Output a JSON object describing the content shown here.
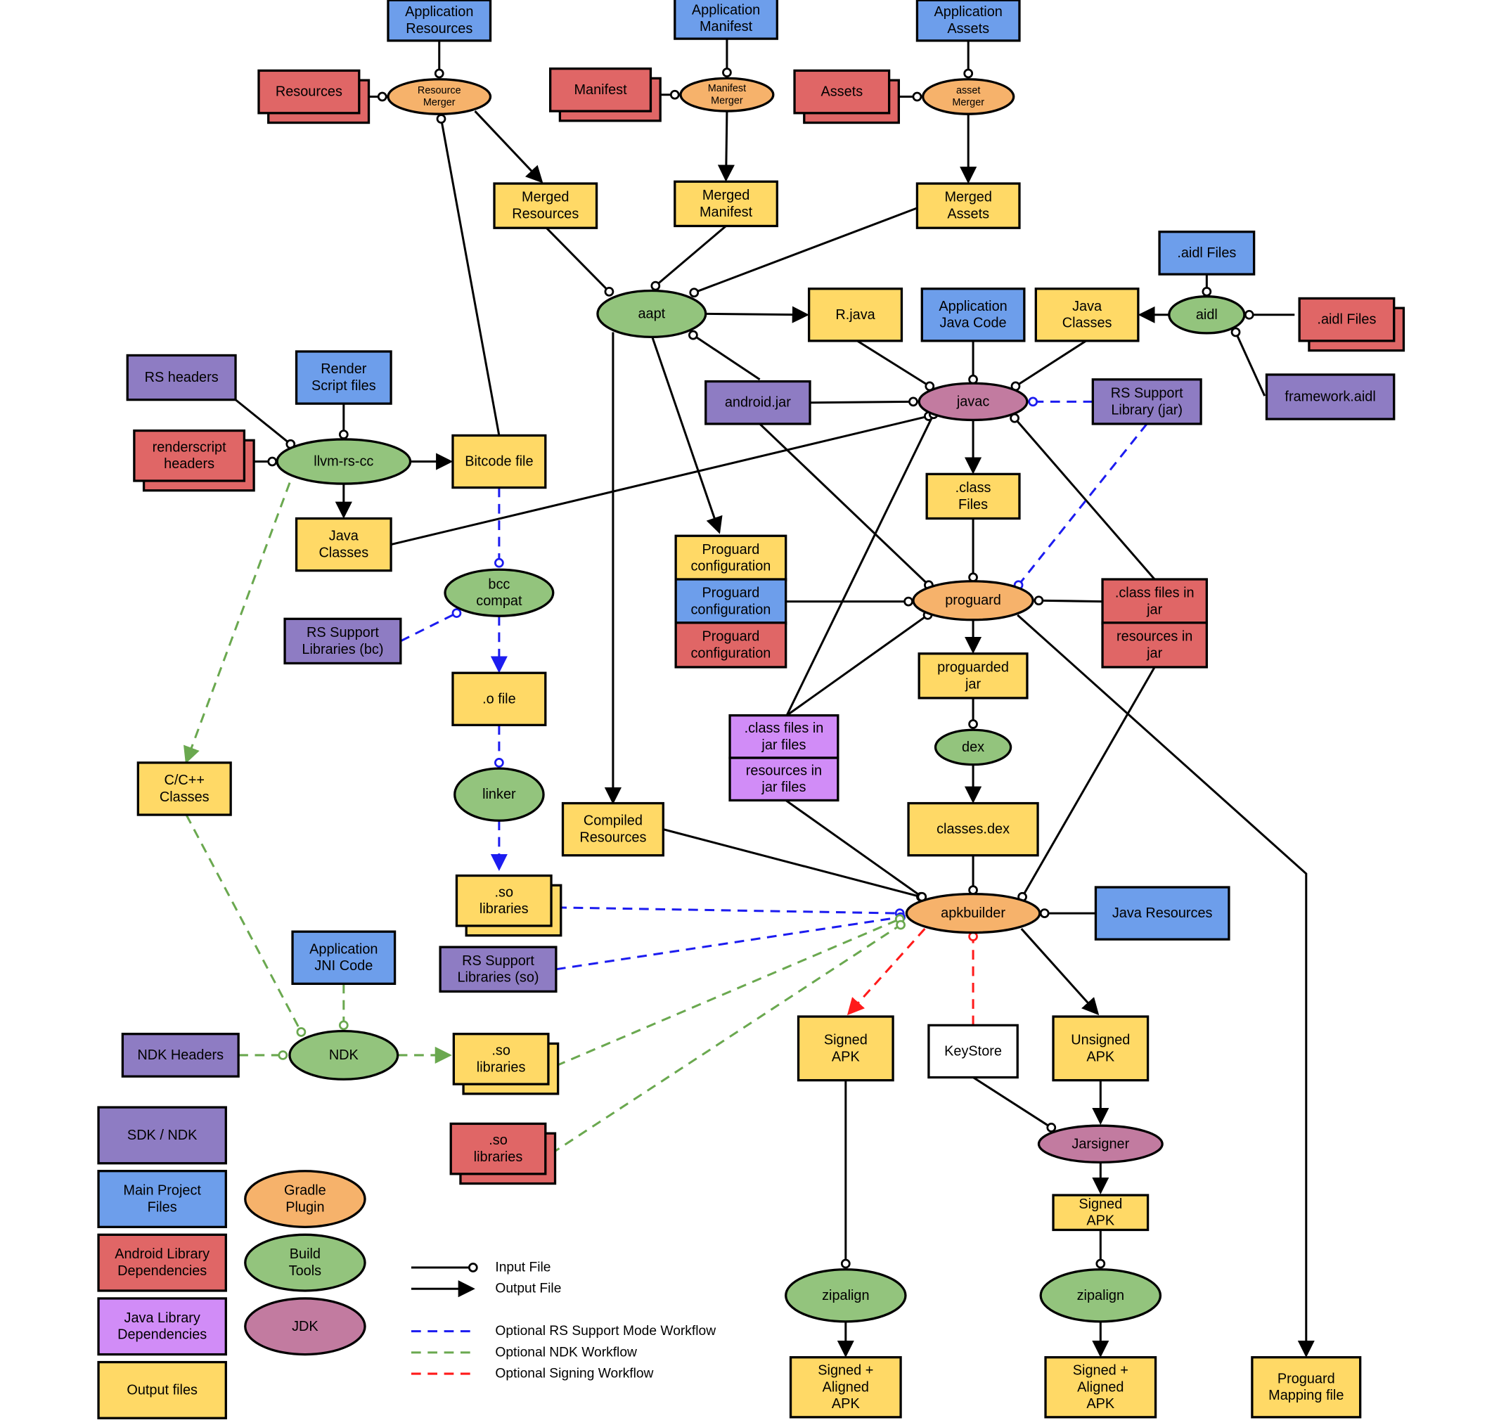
{
  "colors": {
    "sdk": "#8e7cc3",
    "main": "#6d9eeb",
    "lib": "#e06666",
    "javalib": "#d18cf7",
    "output": "#ffd966",
    "gradle": "#f6b26b",
    "build": "#93c47d",
    "jdk": "#c27ba0",
    "plain": "#ffffff",
    "rs_line": "#1c1cf0",
    "ndk_line": "#6aa84f",
    "sign_line": "#ff1a1a",
    "solid_line": "#000000"
  },
  "nodes": [
    {
      "id": "app_res",
      "kind": "rect",
      "fill": "main",
      "lines": [
        "Application",
        "Resources"
      ]
    },
    {
      "id": "app_manifest",
      "kind": "rect",
      "fill": "main",
      "lines": [
        "Application",
        "Manifest"
      ]
    },
    {
      "id": "app_assets",
      "kind": "rect",
      "fill": "main",
      "lines": [
        "Application",
        "Assets"
      ]
    },
    {
      "id": "resources",
      "kind": "stack",
      "fill": "lib",
      "lines": [
        "Resources"
      ]
    },
    {
      "id": "res_merger",
      "kind": "ellipse",
      "fill": "gradle",
      "small": true,
      "lines": [
        "Resource",
        "Merger"
      ]
    },
    {
      "id": "manifest",
      "kind": "stack",
      "fill": "lib",
      "lines": [
        "Manifest"
      ]
    },
    {
      "id": "man_merger",
      "kind": "ellipse",
      "fill": "gradle",
      "small": true,
      "lines": [
        "Manifest",
        "Merger"
      ]
    },
    {
      "id": "assets",
      "kind": "stack",
      "fill": "lib",
      "lines": [
        "Assets"
      ]
    },
    {
      "id": "asset_merger",
      "kind": "ellipse",
      "fill": "gradle",
      "small": true,
      "lines": [
        "asset",
        "Merger"
      ]
    },
    {
      "id": "merged_res",
      "kind": "rect",
      "fill": "output",
      "lines": [
        "Merged",
        "Resources"
      ]
    },
    {
      "id": "merged_man",
      "kind": "rect",
      "fill": "output",
      "lines": [
        "Merged",
        "Manifest"
      ]
    },
    {
      "id": "merged_assets",
      "kind": "rect",
      "fill": "output",
      "lines": [
        "Merged",
        "Assets"
      ]
    },
    {
      "id": "aidl_files_main",
      "kind": "rect",
      "fill": "main",
      "lines": [
        ".aidl Files"
      ]
    },
    {
      "id": "aapt",
      "kind": "ellipse",
      "fill": "build",
      "lines": [
        "aapt"
      ]
    },
    {
      "id": "rjava",
      "kind": "rect",
      "fill": "output",
      "lines": [
        "R.java"
      ]
    },
    {
      "id": "app_java",
      "kind": "rect",
      "fill": "main",
      "lines": [
        "Application",
        "Java Code"
      ]
    },
    {
      "id": "java_classes_aidl",
      "kind": "rect",
      "fill": "output",
      "lines": [
        "Java",
        "Classes"
      ]
    },
    {
      "id": "aidl",
      "kind": "ellipse",
      "fill": "build",
      "lines": [
        "aidl"
      ]
    },
    {
      "id": "aidl_files_lib",
      "kind": "stack",
      "fill": "lib",
      "lines": [
        ".aidl Files"
      ]
    },
    {
      "id": "rs_headers",
      "kind": "rect",
      "fill": "sdk",
      "lines": [
        "RS headers"
      ]
    },
    {
      "id": "render_script",
      "kind": "rect",
      "fill": "main",
      "lines": [
        "Render",
        "Script files"
      ]
    },
    {
      "id": "android_jar",
      "kind": "rect",
      "fill": "sdk",
      "lines": [
        "android.jar"
      ]
    },
    {
      "id": "javac",
      "kind": "ellipse",
      "fill": "jdk",
      "lines": [
        "javac"
      ]
    },
    {
      "id": "rs_support_jar",
      "kind": "rect",
      "fill": "sdk",
      "lines": [
        "RS Support",
        "Library (jar)"
      ]
    },
    {
      "id": "framework_aidl",
      "kind": "rect",
      "fill": "sdk",
      "lines": [
        "framework.aidl"
      ]
    },
    {
      "id": "rs_includes",
      "kind": "stack",
      "fill": "lib",
      "lines": [
        "renderscript",
        "headers"
      ]
    },
    {
      "id": "llvm",
      "kind": "ellipse",
      "fill": "build",
      "lines": [
        "llvm-rs-cc"
      ]
    },
    {
      "id": "bitcode",
      "kind": "rect",
      "fill": "output",
      "lines": [
        "Bitcode file"
      ]
    },
    {
      "id": "class_files",
      "kind": "rect",
      "fill": "output",
      "lines": [
        ".class",
        "Files"
      ]
    },
    {
      "id": "java_classes_rs",
      "kind": "rect",
      "fill": "output",
      "lines": [
        "Java",
        "Classes"
      ]
    },
    {
      "id": "pg_cfg1",
      "kind": "rect",
      "fill": "output",
      "lines": [
        "Proguard",
        "configuration"
      ]
    },
    {
      "id": "pg_cfg2",
      "kind": "rect",
      "fill": "main",
      "lines": [
        "Proguard",
        "configuration"
      ]
    },
    {
      "id": "pg_cfg3",
      "kind": "rect",
      "fill": "lib",
      "lines": [
        "Proguard",
        "configuration"
      ]
    },
    {
      "id": "bcc",
      "kind": "ellipse",
      "fill": "build",
      "lines": [
        "bcc",
        "compat"
      ]
    },
    {
      "id": "proguard",
      "kind": "ellipse",
      "fill": "gradle",
      "lines": [
        "proguard"
      ]
    },
    {
      "id": "class_in_jar",
      "kind": "rect",
      "fill": "lib",
      "lines": [
        ".class files in",
        "jar"
      ]
    },
    {
      "id": "res_in_jar",
      "kind": "rect",
      "fill": "lib",
      "lines": [
        "resources in",
        "jar"
      ]
    },
    {
      "id": "rs_support_bc",
      "kind": "rect",
      "fill": "sdk",
      "lines": [
        "RS Support",
        "Libraries (bc)"
      ]
    },
    {
      "id": "proguarded_jar",
      "kind": "rect",
      "fill": "output",
      "lines": [
        "proguarded",
        "jar"
      ]
    },
    {
      "id": "o_file",
      "kind": "rect",
      "fill": "output",
      "lines": [
        ".o file"
      ]
    },
    {
      "id": "class_in_jarfiles",
      "kind": "rect",
      "fill": "javalib",
      "lines": [
        ".class files in",
        "jar files"
      ]
    },
    {
      "id": "res_in_jarfiles",
      "kind": "rect",
      "fill": "javalib",
      "lines": [
        "resources in",
        "jar files"
      ]
    },
    {
      "id": "dex",
      "kind": "ellipse",
      "fill": "build",
      "lines": [
        "dex"
      ]
    },
    {
      "id": "cpp_classes",
      "kind": "rect",
      "fill": "output",
      "lines": [
        "C/C++",
        "Classes"
      ]
    },
    {
      "id": "linker",
      "kind": "ellipse",
      "fill": "build",
      "lines": [
        "linker"
      ]
    },
    {
      "id": "compiled_res",
      "kind": "rect",
      "fill": "output",
      "lines": [
        "Compiled",
        "Resources"
      ]
    },
    {
      "id": "classes_dex",
      "kind": "rect",
      "fill": "output",
      "lines": [
        "classes.dex"
      ]
    },
    {
      "id": "so_rs",
      "kind": "stack",
      "fill": "output",
      "lines": [
        ".so",
        "libraries"
      ]
    },
    {
      "id": "apkbuilder",
      "kind": "ellipse",
      "fill": "gradle",
      "lines": [
        "apkbuilder"
      ]
    },
    {
      "id": "java_resources",
      "kind": "rect",
      "fill": "main",
      "lines": [
        "Java  Resources"
      ]
    },
    {
      "id": "app_jni",
      "kind": "rect",
      "fill": "main",
      "lines": [
        "Application",
        "JNI Code"
      ]
    },
    {
      "id": "rs_support_so",
      "kind": "rect",
      "fill": "sdk",
      "lines": [
        "RS Support",
        "Libraries (so)"
      ]
    },
    {
      "id": "signed_apk",
      "kind": "rect",
      "fill": "output",
      "lines": [
        "Signed",
        "APK"
      ]
    },
    {
      "id": "keystore",
      "kind": "rect",
      "fill": "plain",
      "lines": [
        "KeyStore"
      ]
    },
    {
      "id": "unsigned_apk",
      "kind": "rect",
      "fill": "output",
      "lines": [
        "Unsigned",
        "APK"
      ]
    },
    {
      "id": "ndk_headers",
      "kind": "rect",
      "fill": "sdk",
      "lines": [
        "NDK Headers"
      ]
    },
    {
      "id": "ndk",
      "kind": "ellipse",
      "fill": "build",
      "lines": [
        "NDK"
      ]
    },
    {
      "id": "so_ndk",
      "kind": "stack",
      "fill": "output",
      "lines": [
        ".so",
        "libraries"
      ]
    },
    {
      "id": "so_lib",
      "kind": "stack",
      "fill": "lib",
      "lines": [
        ".so",
        "libraries"
      ]
    },
    {
      "id": "jarsigner",
      "kind": "ellipse",
      "fill": "jdk",
      "lines": [
        "Jarsigner"
      ]
    },
    {
      "id": "signed_apk2",
      "kind": "rect",
      "fill": "output",
      "lines": [
        "Signed",
        "APK"
      ]
    },
    {
      "id": "zipalign1",
      "kind": "ellipse",
      "fill": "build",
      "lines": [
        "zipalign"
      ]
    },
    {
      "id": "zipalign2",
      "kind": "ellipse",
      "fill": "build",
      "lines": [
        "zipalign"
      ]
    },
    {
      "id": "aligned1",
      "kind": "rect",
      "fill": "output",
      "lines": [
        "Signed +",
        "Aligned",
        "APK"
      ]
    },
    {
      "id": "aligned2",
      "kind": "rect",
      "fill": "output",
      "lines": [
        "Signed +",
        "Aligned",
        "APK"
      ]
    },
    {
      "id": "pg_mapping",
      "kind": "rect",
      "fill": "output",
      "lines": [
        "Proguard",
        "Mapping file"
      ]
    },
    {
      "id": "lg_sdk",
      "kind": "rect",
      "fill": "sdk",
      "lines": [
        "SDK / NDK"
      ]
    },
    {
      "id": "lg_main",
      "kind": "rect",
      "fill": "main",
      "lines": [
        "Main Project",
        "Files"
      ]
    },
    {
      "id": "lg_lib",
      "kind": "rect",
      "fill": "lib",
      "lines": [
        "Android Library",
        "Dependencies"
      ]
    },
    {
      "id": "lg_javalib",
      "kind": "rect",
      "fill": "javalib",
      "lines": [
        "Java Library",
        "Dependencies"
      ]
    },
    {
      "id": "lg_output",
      "kind": "rect",
      "fill": "output",
      "lines": [
        "Output files"
      ]
    },
    {
      "id": "lg_gradle",
      "kind": "ellipse",
      "fill": "gradle",
      "lines": [
        "Gradle",
        "Plugin"
      ]
    },
    {
      "id": "lg_build",
      "kind": "ellipse",
      "fill": "build",
      "lines": [
        "Build",
        "Tools"
      ]
    },
    {
      "id": "lg_jdk",
      "kind": "ellipse",
      "fill": "jdk",
      "lines": [
        "JDK"
      ]
    }
  ],
  "edges": [
    {
      "from": "app_res",
      "to": "res_merger",
      "type": "input"
    },
    {
      "from": "resources",
      "to": "res_merger",
      "type": "input"
    },
    {
      "from": "res_merger",
      "to": "merged_res",
      "type": "output"
    },
    {
      "from": "bitcode",
      "to": "res_merger",
      "type": "input"
    },
    {
      "from": "app_manifest",
      "to": "man_merger",
      "type": "input"
    },
    {
      "from": "manifest",
      "to": "man_merger",
      "type": "input"
    },
    {
      "from": "man_merger",
      "to": "merged_man",
      "type": "output"
    },
    {
      "from": "app_assets",
      "to": "asset_merger",
      "type": "input"
    },
    {
      "from": "assets",
      "to": "asset_merger",
      "type": "input"
    },
    {
      "from": "asset_merger",
      "to": "merged_assets",
      "type": "output"
    },
    {
      "from": "merged_res",
      "to": "aapt",
      "type": "input"
    },
    {
      "from": "merged_man",
      "to": "aapt",
      "type": "input"
    },
    {
      "from": "merged_assets",
      "to": "aapt",
      "type": "input"
    },
    {
      "from": "aapt",
      "to": "rjava",
      "type": "output"
    },
    {
      "from": "aapt",
      "to": "pg_cfg1",
      "type": "output"
    },
    {
      "from": "aapt",
      "to": "compiled_res",
      "type": "output"
    },
    {
      "from": "android_jar",
      "to": "aapt",
      "type": "input"
    },
    {
      "from": "aidl_files_main",
      "to": "aidl",
      "type": "input"
    },
    {
      "from": "aidl_files_lib",
      "to": "aidl",
      "type": "input"
    },
    {
      "from": "framework_aidl",
      "to": "aidl",
      "type": "input"
    },
    {
      "from": "aidl",
      "to": "java_classes_aidl",
      "type": "output"
    },
    {
      "from": "rjava",
      "to": "javac",
      "type": "input"
    },
    {
      "from": "app_java",
      "to": "javac",
      "type": "input"
    },
    {
      "from": "java_classes_aidl",
      "to": "javac",
      "type": "input"
    },
    {
      "from": "android_jar",
      "to": "javac",
      "type": "input"
    },
    {
      "from": "java_classes_rs",
      "to": "javac",
      "type": "input"
    },
    {
      "from": "class_in_jarfiles",
      "to": "javac",
      "type": "input"
    },
    {
      "from": "class_in_jar",
      "to": "javac",
      "type": "input"
    },
    {
      "from": "rs_support_jar",
      "to": "javac",
      "type": "rs_in"
    },
    {
      "from": "javac",
      "to": "class_files",
      "type": "output"
    },
    {
      "from": "rs_headers",
      "to": "llvm",
      "type": "input"
    },
    {
      "from": "render_script",
      "to": "llvm",
      "type": "input"
    },
    {
      "from": "rs_includes",
      "to": "llvm",
      "type": "input"
    },
    {
      "from": "llvm",
      "to": "bitcode",
      "type": "output"
    },
    {
      "from": "llvm",
      "to": "java_classes_rs",
      "type": "output"
    },
    {
      "from": "llvm",
      "to": "cpp_classes",
      "type": "ndk_out"
    },
    {
      "from": "bitcode",
      "to": "bcc",
      "type": "rs_in"
    },
    {
      "from": "rs_support_bc",
      "to": "bcc",
      "type": "rs_in"
    },
    {
      "from": "bcc",
      "to": "o_file",
      "type": "rs_out"
    },
    {
      "from": "o_file",
      "to": "linker",
      "type": "rs_in"
    },
    {
      "from": "linker",
      "to": "so_rs",
      "type": "rs_out"
    },
    {
      "from": "class_files",
      "to": "proguard",
      "type": "input"
    },
    {
      "from": "pg_cfg2",
      "to": "proguard",
      "type": "input"
    },
    {
      "from": "class_in_jar",
      "to": "proguard",
      "type": "input"
    },
    {
      "from": "android_jar",
      "to": "proguard",
      "type": "input"
    },
    {
      "from": "class_in_jarfiles",
      "to": "proguard",
      "type": "input"
    },
    {
      "from": "rs_support_jar",
      "to": "proguard",
      "type": "rs_in"
    },
    {
      "from": "proguard",
      "to": "proguarded_jar",
      "type": "output"
    },
    {
      "from": "proguard",
      "to": "pg_mapping",
      "type": "output"
    },
    {
      "from": "proguarded_jar",
      "to": "dex",
      "type": "input"
    },
    {
      "from": "dex",
      "to": "classes_dex",
      "type": "output"
    },
    {
      "from": "classes_dex",
      "to": "apkbuilder",
      "type": "input"
    },
    {
      "from": "compiled_res",
      "to": "apkbuilder",
      "type": "input"
    },
    {
      "from": "res_in_jarfiles",
      "to": "apkbuilder",
      "type": "input"
    },
    {
      "from": "res_in_jar",
      "to": "apkbuilder",
      "type": "input"
    },
    {
      "from": "java_resources",
      "to": "apkbuilder",
      "type": "input"
    },
    {
      "from": "so_rs",
      "to": "apkbuilder",
      "type": "rs_in"
    },
    {
      "from": "rs_support_so",
      "to": "apkbuilder",
      "type": "rs_in"
    },
    {
      "from": "so_ndk",
      "to": "apkbuilder",
      "type": "ndk_in"
    },
    {
      "from": "so_lib",
      "to": "apkbuilder",
      "type": "ndk_in"
    },
    {
      "from": "apkbuilder",
      "to": "unsigned_apk",
      "type": "output"
    },
    {
      "from": "apkbuilder",
      "to": "signed_apk",
      "type": "sign_out"
    },
    {
      "from": "keystore",
      "to": "apkbuilder",
      "type": "sign_in"
    },
    {
      "from": "keystore",
      "to": "jarsigner",
      "type": "input"
    },
    {
      "from": "unsigned_apk",
      "to": "jarsigner",
      "type": "output"
    },
    {
      "from": "jarsigner",
      "to": "signed_apk2",
      "type": "output"
    },
    {
      "from": "signed_apk2",
      "to": "zipalign2",
      "type": "input"
    },
    {
      "from": "zipalign2",
      "to": "aligned2",
      "type": "output"
    },
    {
      "from": "signed_apk",
      "to": "zipalign1",
      "type": "input"
    },
    {
      "from": "zipalign1",
      "to": "aligned1",
      "type": "output"
    },
    {
      "from": "cpp_classes",
      "to": "ndk",
      "type": "ndk_in"
    },
    {
      "from": "app_jni",
      "to": "ndk",
      "type": "ndk_in"
    },
    {
      "from": "ndk_headers",
      "to": "ndk",
      "type": "ndk_in"
    },
    {
      "from": "ndk",
      "to": "so_ndk",
      "type": "ndk_out"
    }
  ],
  "legend_lines": [
    {
      "id": "lk_input",
      "type": "input",
      "label": "Input File"
    },
    {
      "id": "lk_output",
      "type": "output",
      "label": "Output File"
    },
    {
      "id": "lk_rs",
      "type": "rs",
      "label": "Optional RS Support Mode Workflow"
    },
    {
      "id": "lk_ndk",
      "type": "ndk",
      "label": "Optional NDK Workflow"
    },
    {
      "id": "lk_sign",
      "type": "sign",
      "label": "Optional Signing Workflow"
    }
  ]
}
